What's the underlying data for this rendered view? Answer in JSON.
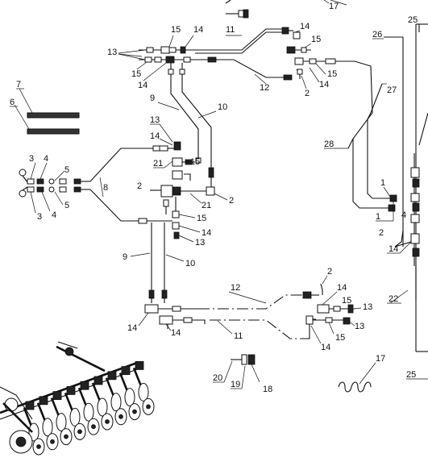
{
  "callouts": {
    "l1a": "1",
    "l1b": "1",
    "l2a": "2",
    "l2b": "2",
    "l2c": "2",
    "l2d": "2",
    "l2e": "2",
    "l3a": "3",
    "l3b": "3",
    "l4a": "4",
    "l4b": "4",
    "l4c": "4",
    "l5a": "5",
    "l5b": "5",
    "l6": "6",
    "l7": "7",
    "l8": "8",
    "l9a": "9",
    "l9b": "9",
    "l10a": "10",
    "l10b": "10",
    "l11a": "11",
    "l11b": "11",
    "l12a": "12",
    "l12b": "12",
    "l13a": "13",
    "l13b": "13",
    "l13c": "13",
    "l13d": "13",
    "l13e": "13",
    "l14a": "14",
    "l14b": "14",
    "l14c": "14",
    "l14d": "14",
    "l14e": "14",
    "l14f": "14",
    "l14g": "14",
    "l14h": "14",
    "l14i": "14",
    "l14j": "14",
    "l14k": "14",
    "l15a": "15",
    "l15b": "15",
    "l15c": "15",
    "l15d": "15",
    "l15e": "15",
    "l15f": "15",
    "l15g": "15",
    "l17a": "17",
    "l17b": "17",
    "l18": "18",
    "l19": "19",
    "l20": "20",
    "l21a": "21",
    "l21b": "21",
    "l22": "22",
    "l25a": "25",
    "l25b": "25",
    "l26": "26",
    "l27": "27",
    "l28": "28"
  }
}
